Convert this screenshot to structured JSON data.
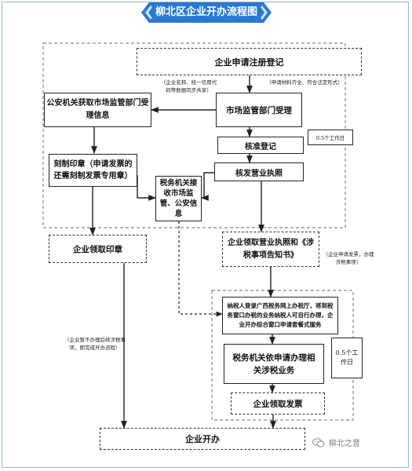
{
  "header": {
    "title": "柳北区企业开办流程图"
  },
  "nodes": {
    "apply": "企业申请注册登记",
    "police": "公安机关获取市场监管部门受理信息",
    "market": "市场监管部门受理",
    "approve": "核准登记",
    "issue": "核发营业执照",
    "seal": "刻制印章（申请发票的还需刻制发票专用章）",
    "tax_get": "税务机关接收市场监管、公安信息",
    "seal_get": "企业领取印章",
    "license_get": "企业领取营业执照和《涉税事项告知书》",
    "online": "纳税人登录广西税务网上办税厅，将到税务窗口办税的业务纳税人可自行办理，企业开办综合窗口申请套餐式服务",
    "tax_handle": "税务机关依申请办理相关涉税业务",
    "invoice_get": "企业领取发票",
    "open": "企业开办"
  },
  "notes": {
    "left_arrow": "（企业名称、统一信用代码等数据同步共享）",
    "right_arrow": "（申请材料齐全、符合法定形式）",
    "time_a": "0.5个工作日",
    "license_note": "（企业申请发票，办理涉税事项）",
    "no_invoice": "（企业暂不办理后续涉税事项，即完成开办流程）",
    "time_b": "0.5个工作日"
  },
  "brand": {
    "label": "柳北之音",
    "icon": "wechat-icon"
  }
}
